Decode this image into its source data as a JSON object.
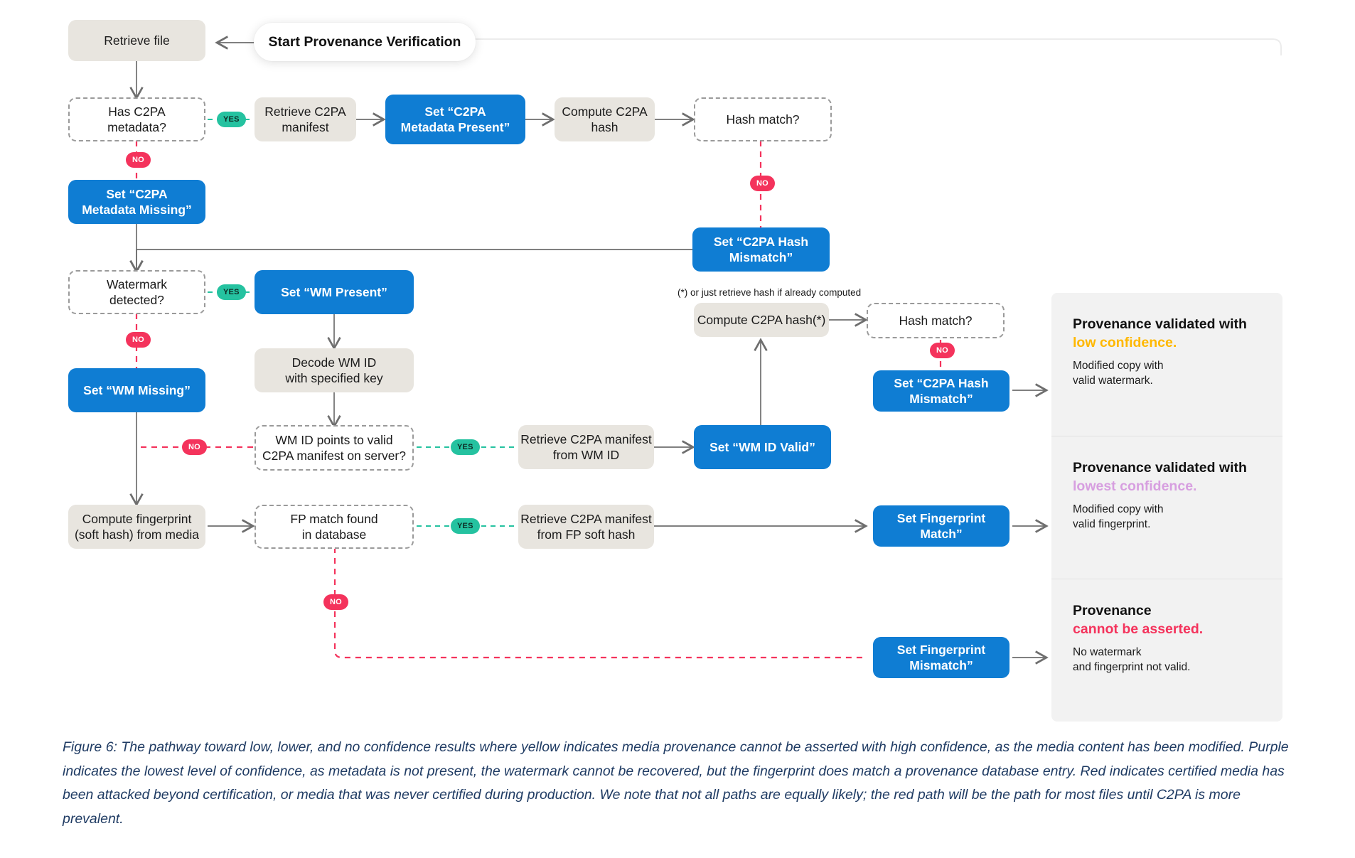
{
  "figure": {
    "caption": "Figure 6: The pathway toward low, lower, and no confidence results where yellow indicates media provenance cannot be asserted with high confidence, as the media content has been modified. Purple indicates the lowest level of confidence, as metadata is not present, the watermark cannot be recovered, but the fingerprint does match a provenance database entry. Red indicates certified media has been attacked beyond certification, or media that was never certified during production. We note that not all paths are equally likely; the red path will be the path for most files until C2PA is more prevalent."
  },
  "nodes": {
    "start": "Start Provenance Verification",
    "retrieve_file": "Retrieve file",
    "has_c2pa_metadata": "Has C2PA\nmetadata?",
    "retrieve_c2pa_manifest": "Retrieve C2PA\nmanifest",
    "set_c2pa_metadata_present": "Set “C2PA\nMetadata Present”",
    "compute_c2pa_hash": "Compute C2PA\nhash",
    "hash_match_top": "Hash match?",
    "set_c2pa_metadata_missing": "Set “C2PA\nMetadata Missing”",
    "set_c2pa_hash_mismatch_top": "Set “C2PA Hash\nMismatch”",
    "watermark_detected": "Watermark\ndetected?",
    "set_wm_present": "Set “WM Present”",
    "decode_wm_id": "Decode WM ID\nwith specified key",
    "set_wm_missing": "Set “WM Missing”",
    "wm_id_points_valid": "WM ID points to valid\nC2PA manifest on server?",
    "retrieve_manifest_from_wm_id": "Retrieve C2PA manifest\nfrom WM ID",
    "set_wm_id_valid": "Set “WM ID Valid”",
    "compute_c2pa_hash_star": "Compute C2PA hash(*)",
    "hash_match_mid": "Hash match?",
    "set_c2pa_hash_mismatch_mid": "Set “C2PA Hash\nMismatch”",
    "compute_fingerprint": "Compute fingerprint\n(soft hash) from media",
    "fp_match_found": "FP match found\nin database",
    "retrieve_manifest_from_fp": "Retrieve C2PA manifest\nfrom FP soft hash",
    "set_fingerprint_match": "Set Fingerprint\nMatch”",
    "set_fingerprint_mismatch": "Set Fingerprint\nMismatch”"
  },
  "footnote": "(*) or just retrieve hash if already computed",
  "edge_labels": {
    "yes": "YES",
    "no": "NO"
  },
  "results": [
    {
      "headline_lead": "Provenance validated with",
      "headline_accent": "low confidence.",
      "accent_class": "accent-low",
      "accent_color": "#ffb800",
      "sub": "Modified copy with\nvalid watermark."
    },
    {
      "headline_lead": "Provenance validated with",
      "headline_accent": "lowest confidence.",
      "accent_class": "accent-lowest",
      "accent_color": "#d79fe0",
      "sub": "Modified copy with\nvalid fingerprint."
    },
    {
      "headline_lead": "Provenance",
      "headline_accent": "cannot be asserted.",
      "accent_class": "accent-none",
      "accent_color": "#f4335c",
      "sub": "No watermark\nand fingerprint not valid."
    }
  ],
  "colors": {
    "state_blue": "#0f7dd3",
    "process_beige": "#e8e5df",
    "yes_green": "#25c2a0",
    "no_red": "#f4335c",
    "arrow_gray": "#6e6e6e",
    "caption_navy": "#1f3b63",
    "panel_gray": "#f2f2f2"
  }
}
